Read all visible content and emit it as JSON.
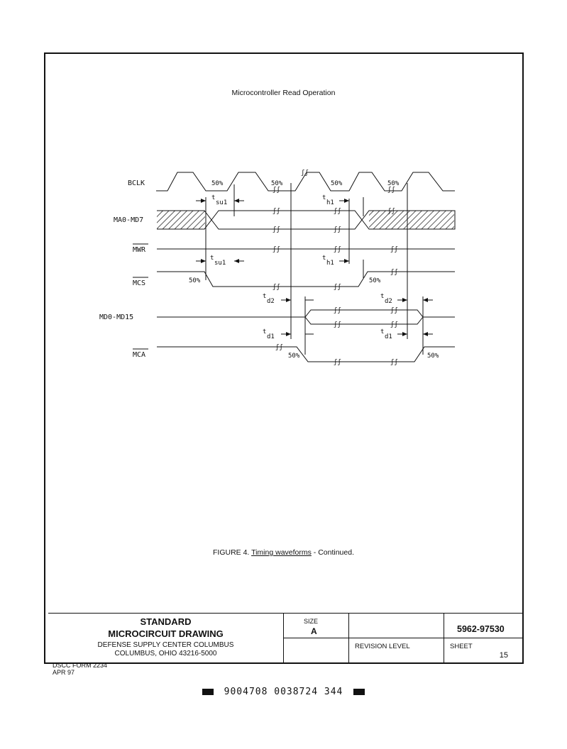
{
  "figure": {
    "title": "Microcontroller Read Operation",
    "caption_prefix": "FIGURE 4.",
    "caption_link": "Timing waveforms",
    "caption_suffix": "- Continued."
  },
  "signals": {
    "bclk": "BCLK",
    "ma": "MA0-MD7",
    "mwr": "MWR",
    "mcs": "MCS",
    "md": "MD0-MD15",
    "mca": "MCA"
  },
  "labels": {
    "pct50": "50%",
    "t": "t",
    "su1": "su1",
    "h1": "h1",
    "d2": "d2",
    "d1": "d1"
  },
  "title_block": {
    "standard": "STANDARD",
    "drawing": "MICROCIRCUIT DRAWING",
    "center": "DEFENSE SUPPLY CENTER COLUMBUS",
    "address": "COLUMBUS, OHIO 43216-5000",
    "size_label": "SIZE",
    "size_value": "A",
    "doc_number": "5962-97530",
    "revision_label": "REVISION LEVEL",
    "sheet_label": "SHEET",
    "sheet_value": "15"
  },
  "footer": {
    "form": "DSCC FORM 2234",
    "date": "APR 97",
    "barcode": "9004708 0038724 344"
  }
}
